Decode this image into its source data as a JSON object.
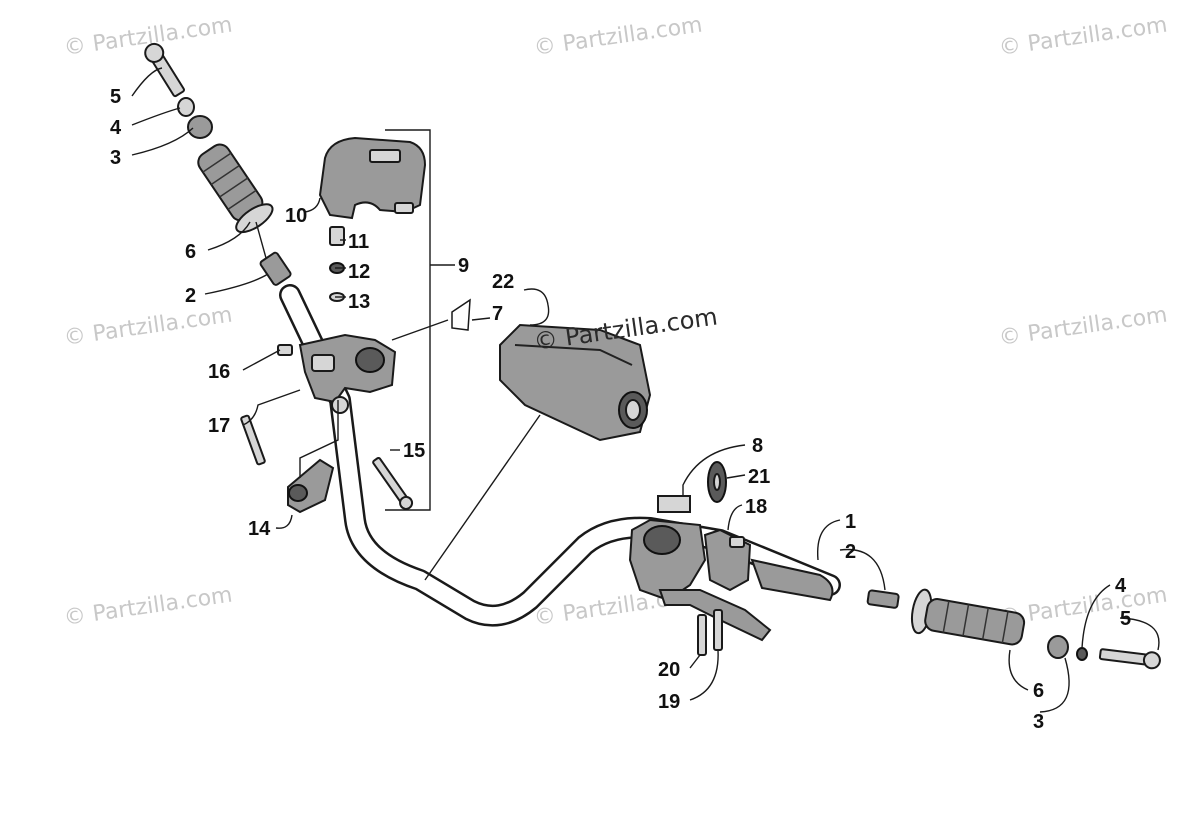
{
  "watermarks": [
    "© Partzilla.com",
    "© Partzilla.com",
    "© Partzilla.com",
    "© Partzilla.com",
    "© Partzilla.com",
    "© Partzilla.com",
    "© Partzilla.com",
    "© Partzilla.com",
    "© Partzilla.com"
  ],
  "center_watermark": "© Partzilla.com",
  "callouts": {
    "c5a": "5",
    "c4a": "4",
    "c3a": "3",
    "c6a": "6",
    "c2a": "2",
    "c10": "10",
    "c11": "11",
    "c12": "12",
    "c13": "13",
    "c9": "9",
    "c22": "22",
    "c7": "7",
    "c16": "16",
    "c17": "17",
    "c15": "15",
    "c14": "14",
    "c8": "8",
    "c21": "21",
    "c18": "18",
    "c1": "1",
    "c2b": "2",
    "c4b": "4",
    "c5b": "5",
    "c20": "20",
    "c19": "19",
    "c6b": "6",
    "c3b": "3"
  },
  "colors": {
    "line": "#1a1a1a",
    "part_gray": "#9a9a9a",
    "watermark": "#c8c8c8"
  }
}
